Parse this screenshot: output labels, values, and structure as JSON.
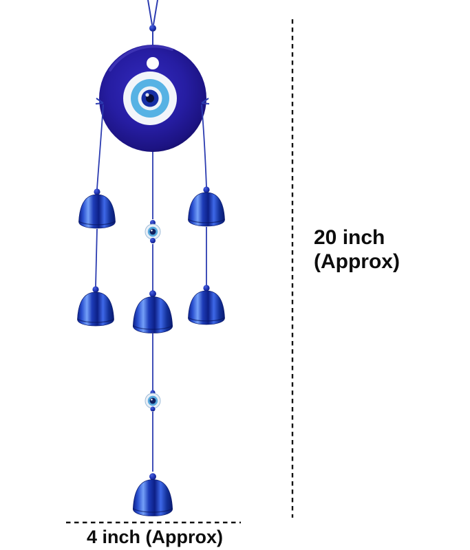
{
  "figure": {
    "description": "Blue evil eye amulet wind chime with six metallic blue bells hanging on cords",
    "parts": [
      "hanging-cord",
      "evil-eye-disc",
      "evil-eye-beads",
      "metal-bells"
    ],
    "colors": {
      "disc_navy": "#221b94",
      "eye_light_blue": "#56b2e4",
      "eye_iris_navy": "#162fa4",
      "bell_blue": "#2350d8",
      "string_blue": "#2b3bb0",
      "annotation_black": "#111111",
      "background": "#ffffff"
    }
  },
  "annotations": {
    "height_label": {
      "line1": "20 inch",
      "line2": "(Approx)"
    },
    "width_label": "4 inch (Approx)"
  }
}
